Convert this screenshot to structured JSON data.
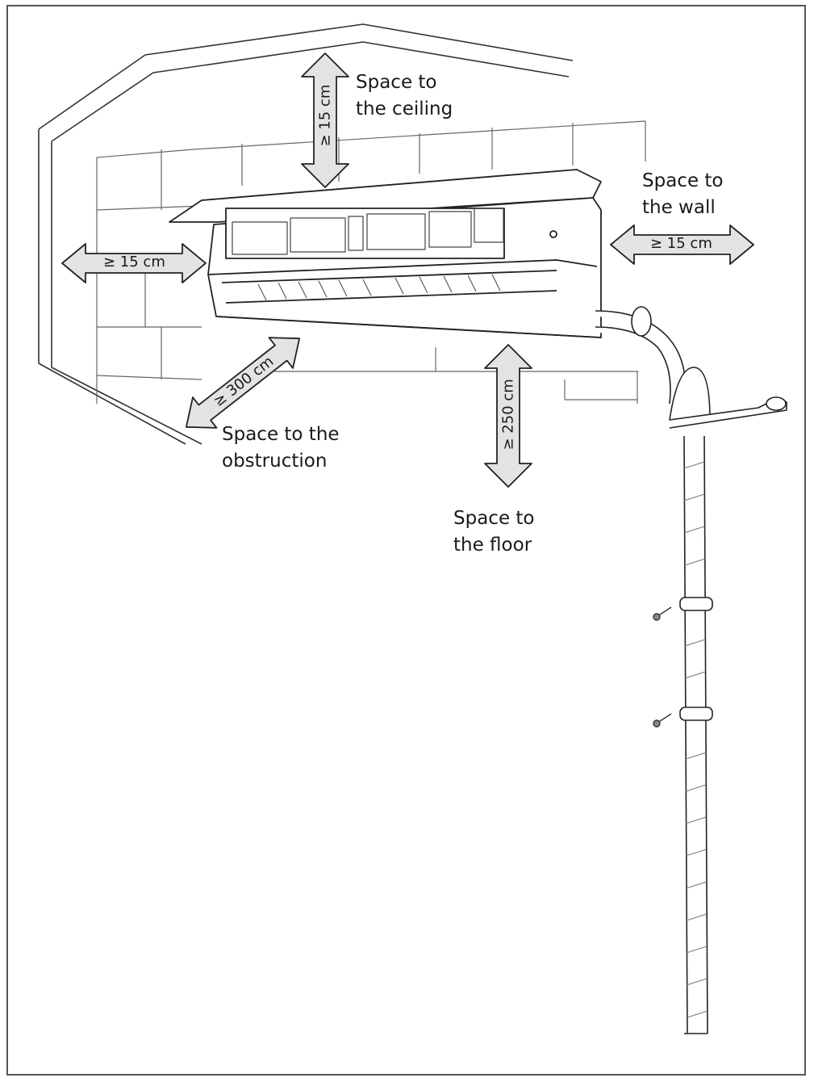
{
  "labels": {
    "ceiling_line1": "Space to",
    "ceiling_line2": "the ceiling",
    "wall_line1": "Space to",
    "wall_line2": "the wall",
    "obstruction_line1": "Space to the",
    "obstruction_line2": "obstruction",
    "floor_line1": "Space to",
    "floor_line2": "the floor"
  },
  "dimensions": {
    "ceiling": "≥ 15 cm",
    "left_side": "≥ 15 cm",
    "wall": "≥ 15 cm",
    "obstruction": "≥ 300 cm",
    "floor": "≥ 250 cm"
  },
  "colors": {
    "arrow_fill": "#e3e3e3",
    "line": "#222222",
    "frame": "#555555"
  }
}
